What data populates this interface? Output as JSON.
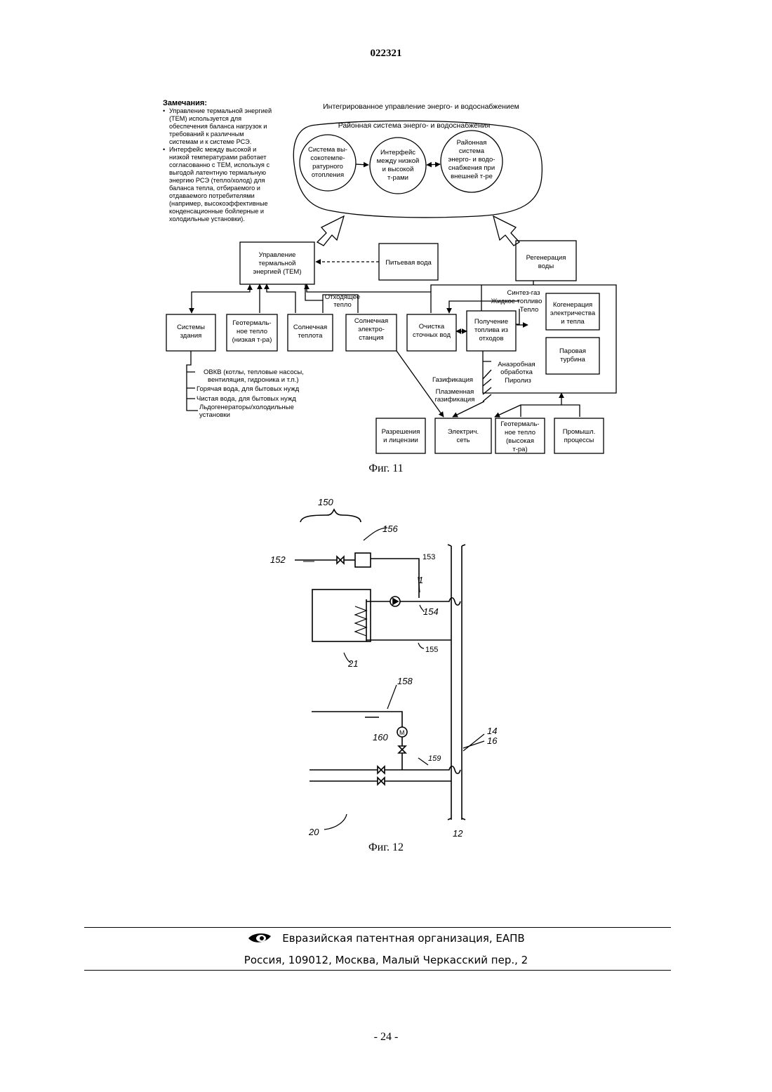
{
  "header": {
    "doc_number": "022321"
  },
  "fig11": {
    "caption": "Фиг. 11",
    "notes_title": "Замечания:",
    "notes": [
      [
        "Управление термальной энергией",
        "(ТЕМ) используется для",
        "обеспечения баланса нагрузок и",
        "требований к различным",
        "системам и к системе РСЭ."
      ],
      [
        "Интерфейс между высокой и",
        "низкой температурами работает",
        "согласованно с ТЕМ, используя с",
        "выгодой латентную термальную",
        "энергию РСЭ (тепло/холод) для",
        "баланса тепла, отбираемого и",
        "отдаваемого потребителями",
        "(например, высокоэффективные",
        "конденсационные бойлерные и",
        "холодильные установки)."
      ]
    ],
    "top_title": "Интегрированное управление энерго- и водоснабжением",
    "district_title": "Районная система энерго- и водоснабжения",
    "circles": [
      [
        "Система вы-",
        "сокотемпе-",
        "ратурного",
        "отопления"
      ],
      [
        "Интерфейс",
        "между низкой",
        "и высокой",
        "т-рами"
      ],
      [
        "Районная",
        "система",
        "энерго- и водо-",
        "снабжения при",
        "внешней т-ре"
      ]
    ],
    "tem": [
      "Управление",
      "термальной",
      "энергией (ТЕМ)"
    ],
    "drinking_water": "Питьевая вода",
    "water_regen": [
      "Регенерация",
      "воды"
    ],
    "building_systems": [
      "Системы",
      "здания"
    ],
    "geo_low": [
      "Геотермаль-",
      "ное тепло",
      "(низкая т-ра)"
    ],
    "solar_heat": [
      "Солнечная",
      "теплота"
    ],
    "waste_heat": [
      "Отходящее",
      "тепло"
    ],
    "solar_plant": [
      "Солнечная",
      "электро-",
      "станция"
    ],
    "wastewater": [
      "Очистка",
      "сточных вод"
    ],
    "fuel_from_waste": [
      "Получение",
      "топлива из",
      "отходов"
    ],
    "syngas": "Синтез-газ",
    "liquid_fuel": "Жидкое топливо",
    "heat": "Тепло",
    "cogeneration": [
      "Когенерация",
      "электричества",
      "и тепла"
    ],
    "steam_turbine": [
      "Паровая",
      "турбина"
    ],
    "anaerobic": [
      "Анаэробная",
      "обработка"
    ],
    "gasification": "Газификация",
    "pyrolysis": "Пиролиз",
    "plasma": [
      "Плазменная",
      "газификация"
    ],
    "building_list": [
      [
        "ОВКВ (котлы, тепловые насосы,",
        "вентиляция, гидроника и т.п.)"
      ],
      [
        "Горячая вода, для бытовых нужд"
      ],
      [
        "Чистая вода, для бытовых нужд"
      ],
      [
        "Льдогенераторы/холодильные",
        "установки"
      ]
    ],
    "permits": [
      "Разрешения",
      "и лицензии"
    ],
    "grid": [
      "Электрич.",
      "сеть"
    ],
    "geo_high": [
      "Геотермаль-",
      "ное тепло",
      "(высокая",
      "т-ра)"
    ],
    "industrial": [
      "Промышл.",
      "процессы"
    ]
  },
  "fig12": {
    "caption": "Фиг. 12",
    "labels": {
      "l150": "150",
      "l152": "152",
      "l153": "153",
      "l154": "154",
      "l155": "155",
      "l156": "156",
      "l158": "158",
      "l159": "159",
      "l160": "160",
      "l21": "21",
      "l20": "20",
      "l12": "12",
      "l14": "14",
      "l16": "16",
      "l1": "1",
      "motor": "M"
    }
  },
  "footer": {
    "org": "Евразийская патентная организация, ЕАПВ",
    "address": "Россия, 109012, Москва, Малый Черкасский пер., 2",
    "page": "- 24 -"
  }
}
